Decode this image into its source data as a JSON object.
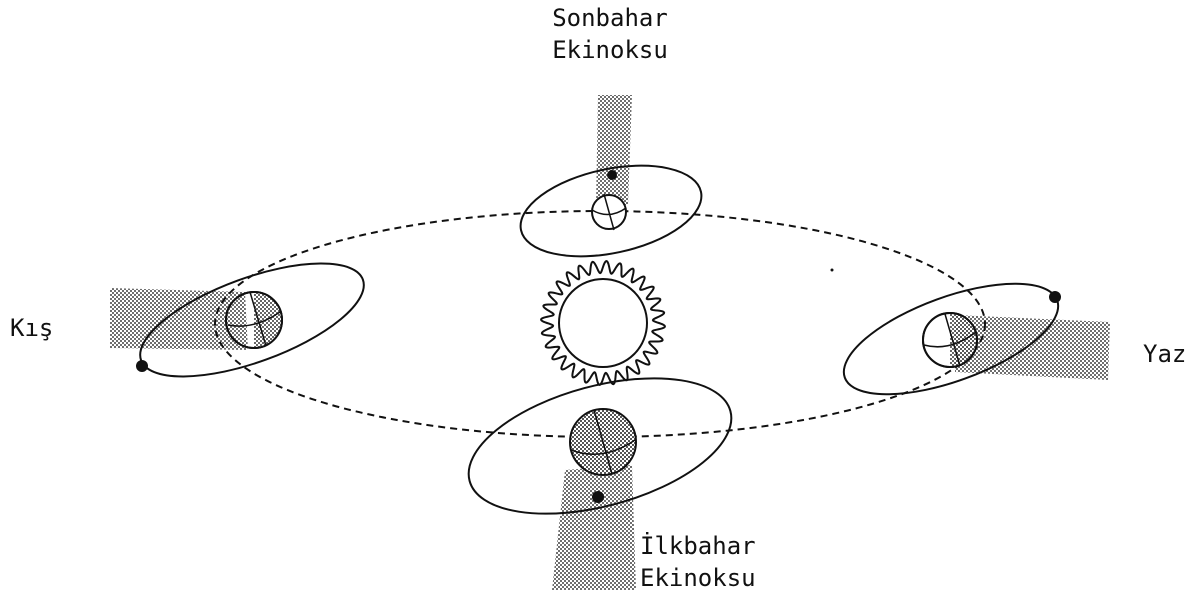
{
  "labels": {
    "autumn_line1": "Sonbahar",
    "autumn_line2": "Ekinoksu",
    "winter": "Kış",
    "summer": "Yaz",
    "spring_line1": "İlkbahar",
    "spring_line2": "Ekinoksu"
  },
  "colors": {
    "ink": "#111111",
    "shade": "#b8b8b8",
    "background": "#ffffff"
  }
}
